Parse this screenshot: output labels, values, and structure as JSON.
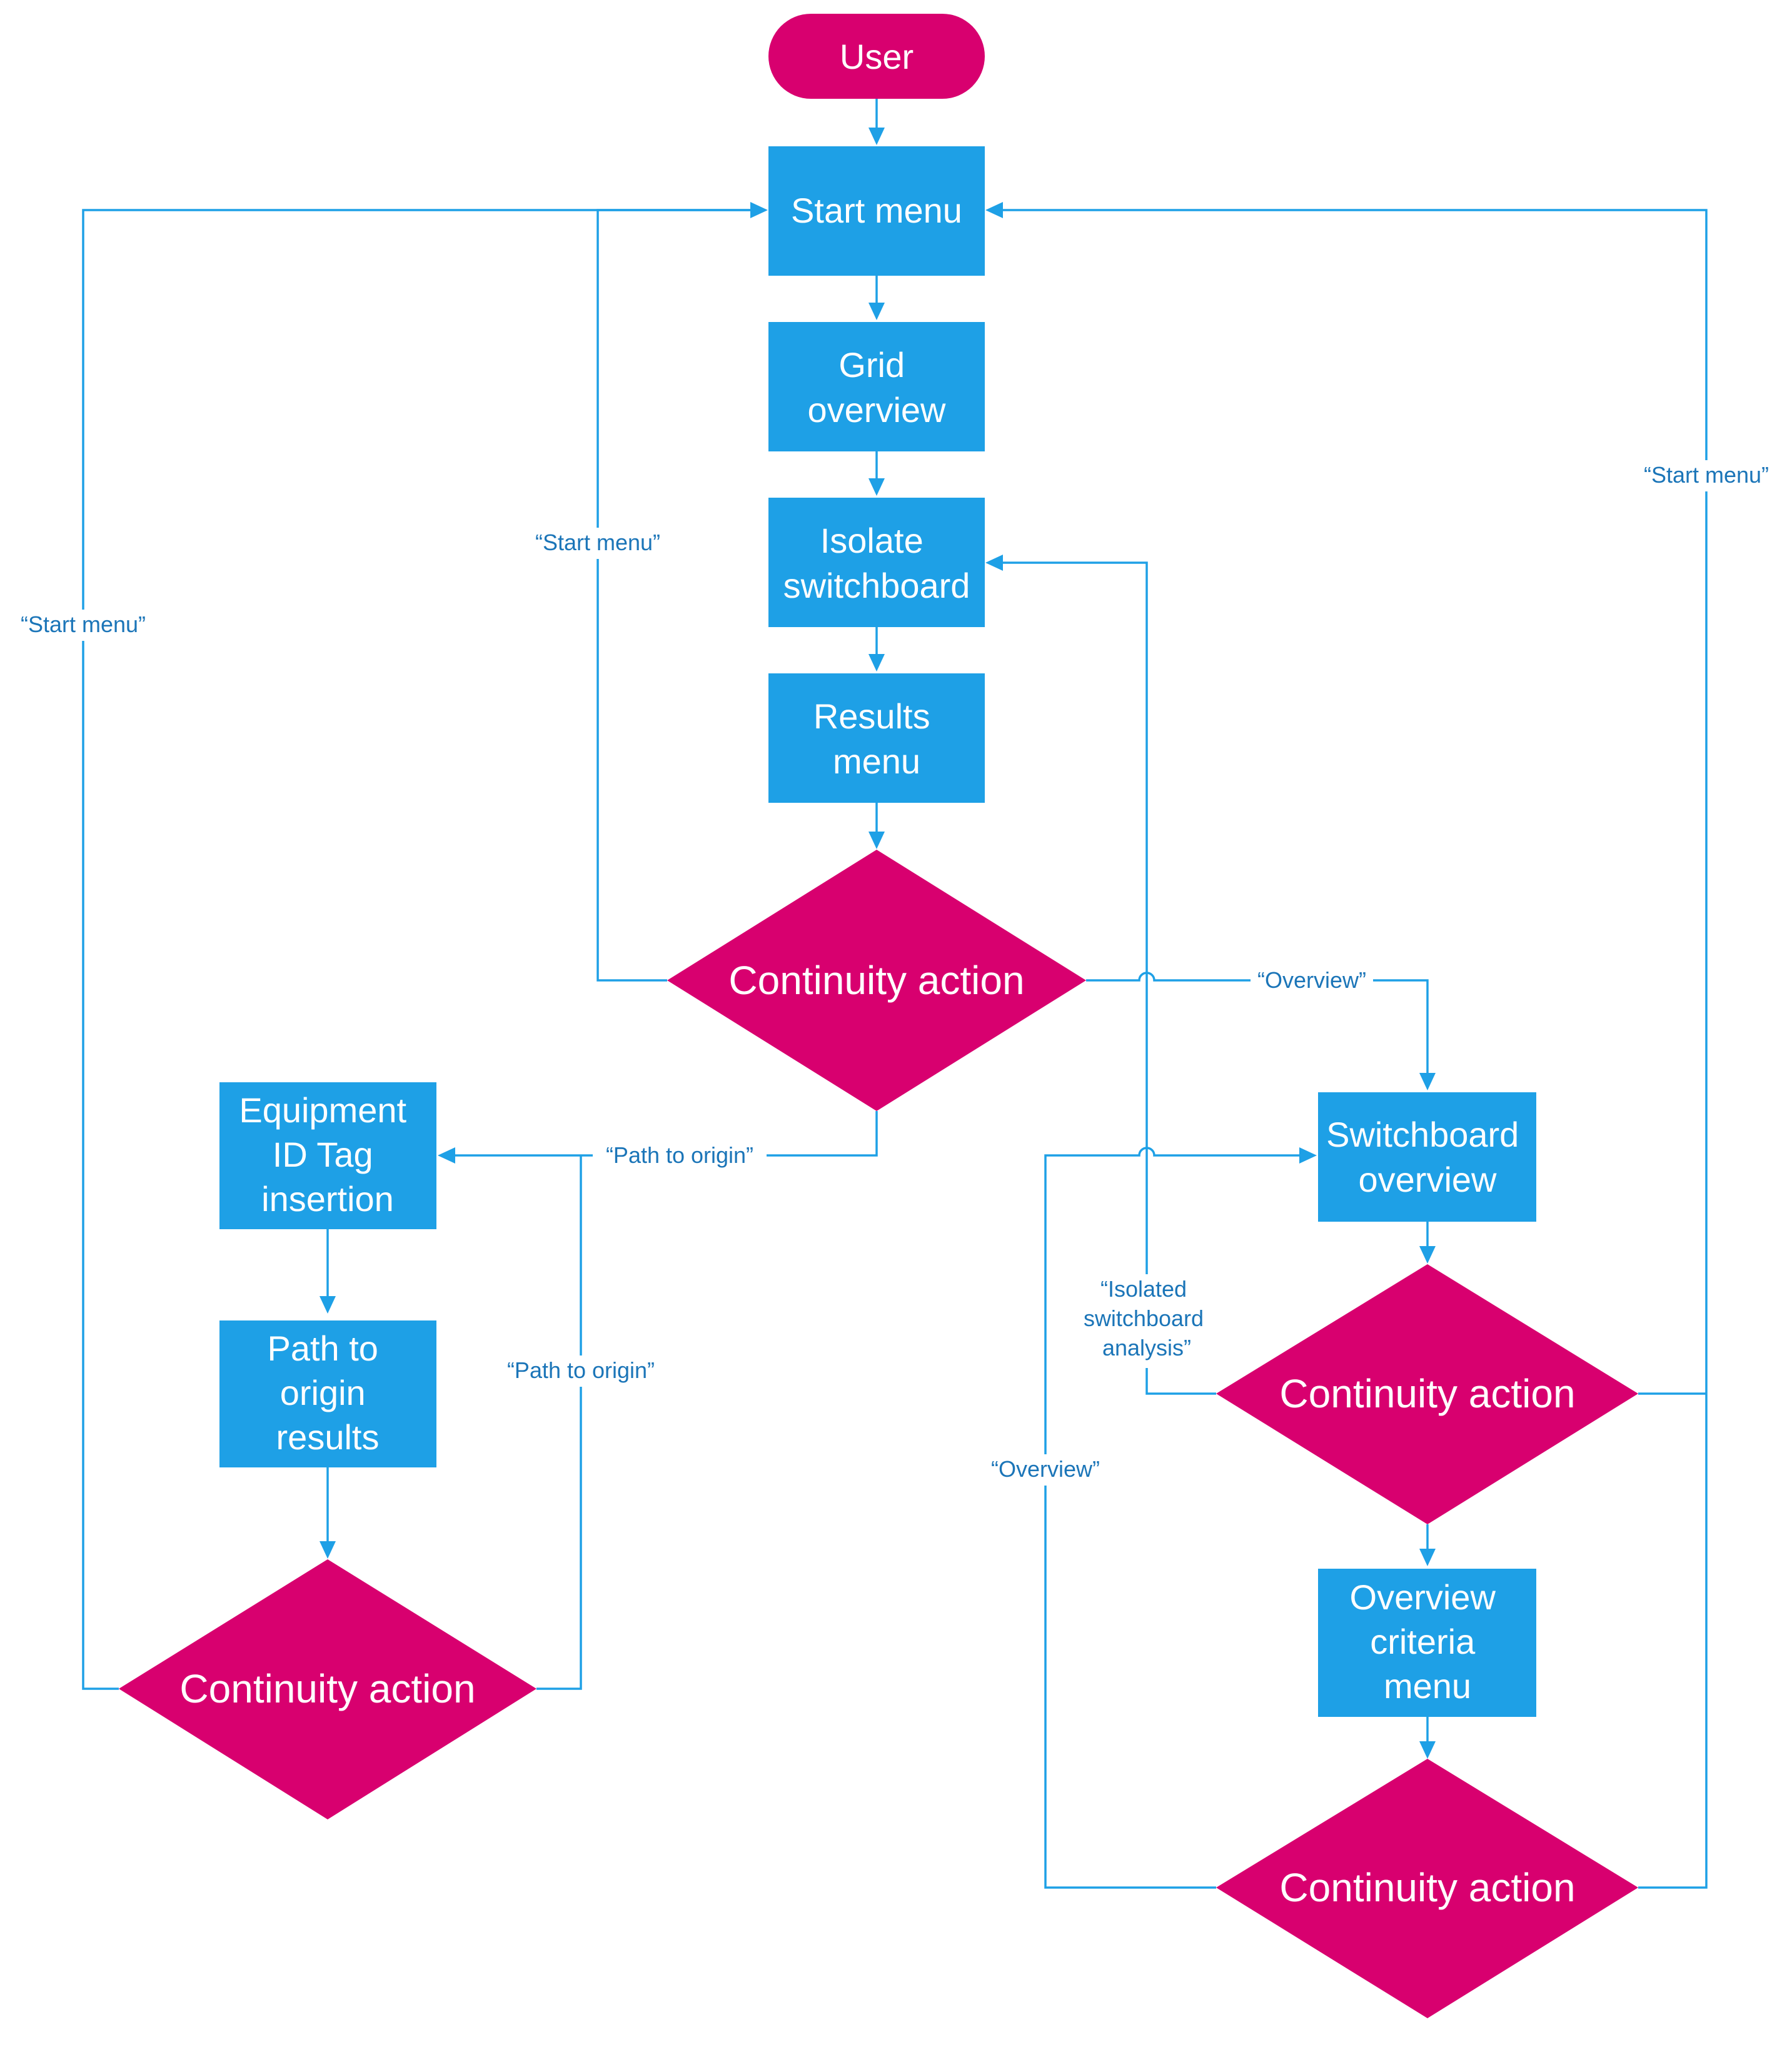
{
  "colors": {
    "process": "#1ea0e6",
    "decision": "#d8006f",
    "terminal": "#d8006f",
    "edge": "#1ea0e6",
    "edge_label": "#1b75b8"
  },
  "nodes": {
    "user": "User",
    "start_menu": "Start menu",
    "grid_overview": [
      "Grid",
      "overview"
    ],
    "isolate_switchboard": [
      "Isolate",
      "switchboard"
    ],
    "results_menu": [
      "Results",
      "menu"
    ],
    "continuity_main": "Continuity action",
    "equipment_id_tag": [
      "Equipment",
      "ID Tag",
      "insertion"
    ],
    "path_to_origin_results": [
      "Path to",
      "origin",
      "results"
    ],
    "continuity_left": "Continuity action",
    "switchboard_overview": [
      "Switchboard",
      "overview"
    ],
    "continuity_right_upper": "Continuity action",
    "overview_criteria_menu": [
      "Overview",
      "criteria",
      "menu"
    ],
    "continuity_right_lower": "Continuity action"
  },
  "edge_labels": {
    "start_menu_left": "“Start menu”",
    "start_menu_center": "“Start menu”",
    "start_menu_right": "“Start menu”",
    "overview_main": "“Overview”",
    "path_to_origin_main": "“Path to origin”",
    "path_to_origin_loop": "“Path to origin”",
    "isolated_switchboard_analysis": [
      "“Isolated",
      "switchboard",
      "analysis”"
    ],
    "overview_loop": "“Overview”"
  }
}
